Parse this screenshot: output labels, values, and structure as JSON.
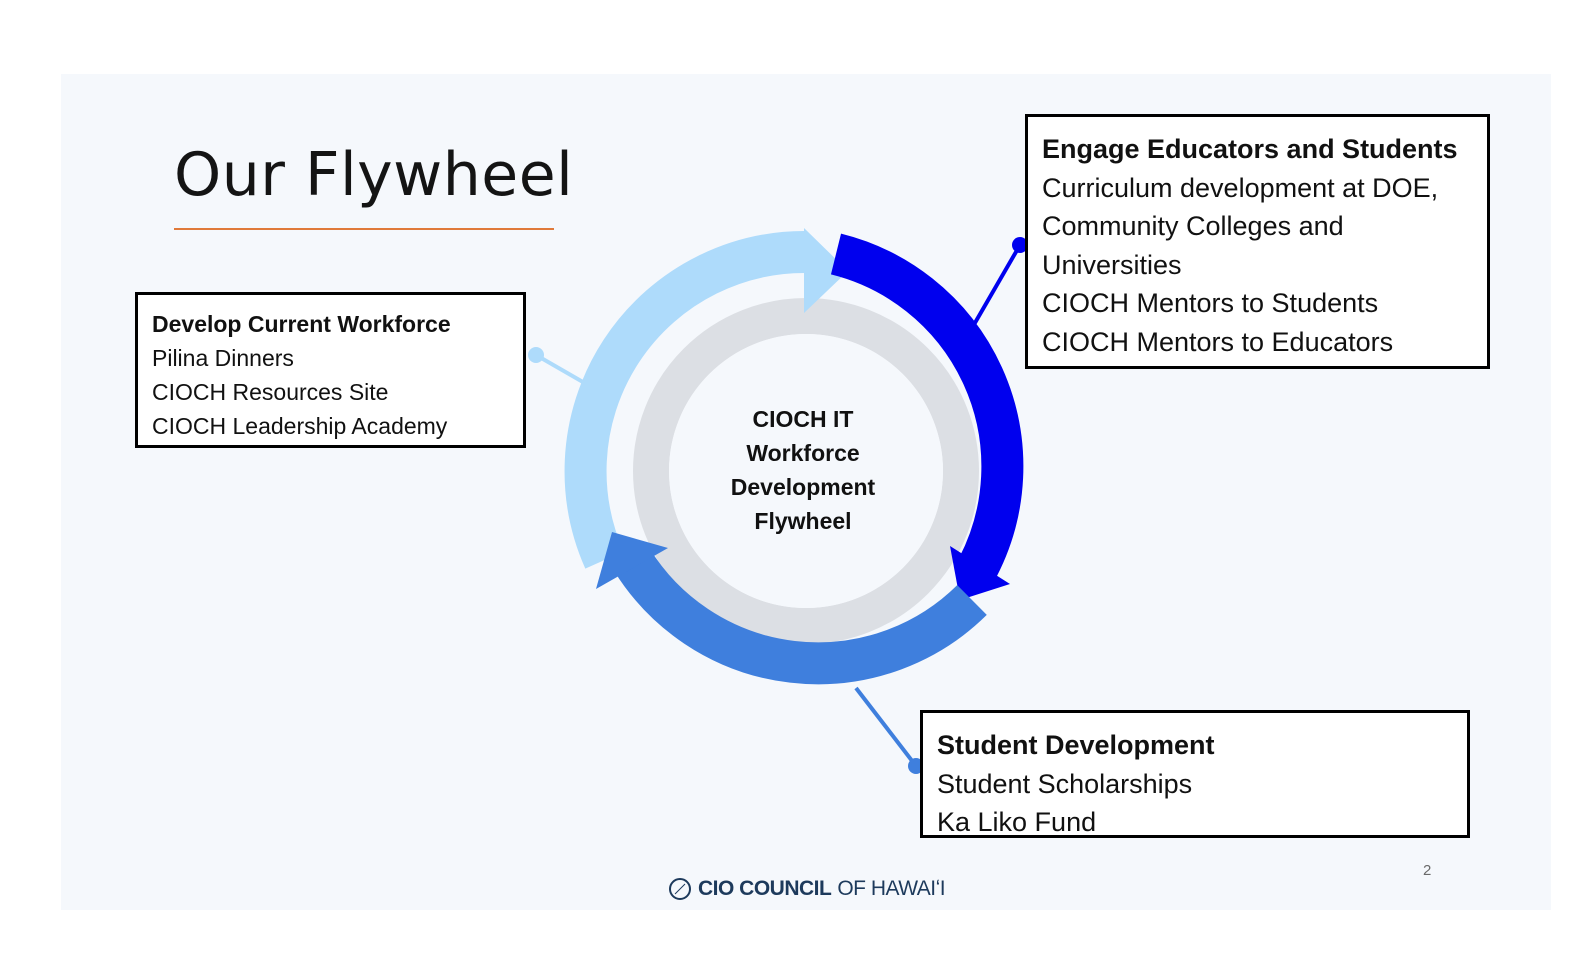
{
  "slide": {
    "title": "Our Flywheel",
    "page_number": "2",
    "footer": {
      "brand_strong": "CIO COUNCIL",
      "brand_light": "OF HAWAIʻI",
      "icon": "compass-logo-icon"
    }
  },
  "flywheel": {
    "center_lines": [
      "CIOCH IT",
      "Workforce",
      "Development",
      "Flywheel"
    ],
    "colors": {
      "light_arc": "#aedbfb",
      "dark_arc": "#0000ee",
      "mid_arc": "#3f7fdd",
      "inner_ring": "#dcdfe4",
      "center": "#f5f8fc"
    }
  },
  "boxes": {
    "develop": {
      "heading": "Develop Current Workforce",
      "items": [
        "Pilina Dinners",
        "CIOCH Resources Site",
        "CIOCH Leadership Academy"
      ]
    },
    "engage": {
      "heading": "Engage Educators and Students",
      "items": [
        "Curriculum development at DOE,",
        "Community Colleges and",
        "Universities",
        "CIOCH Mentors to Students",
        "CIOCH Mentors to Educators"
      ]
    },
    "student": {
      "heading": "Student Development",
      "items": [
        "Student Scholarships",
        "Ka Liko Fund"
      ]
    }
  }
}
